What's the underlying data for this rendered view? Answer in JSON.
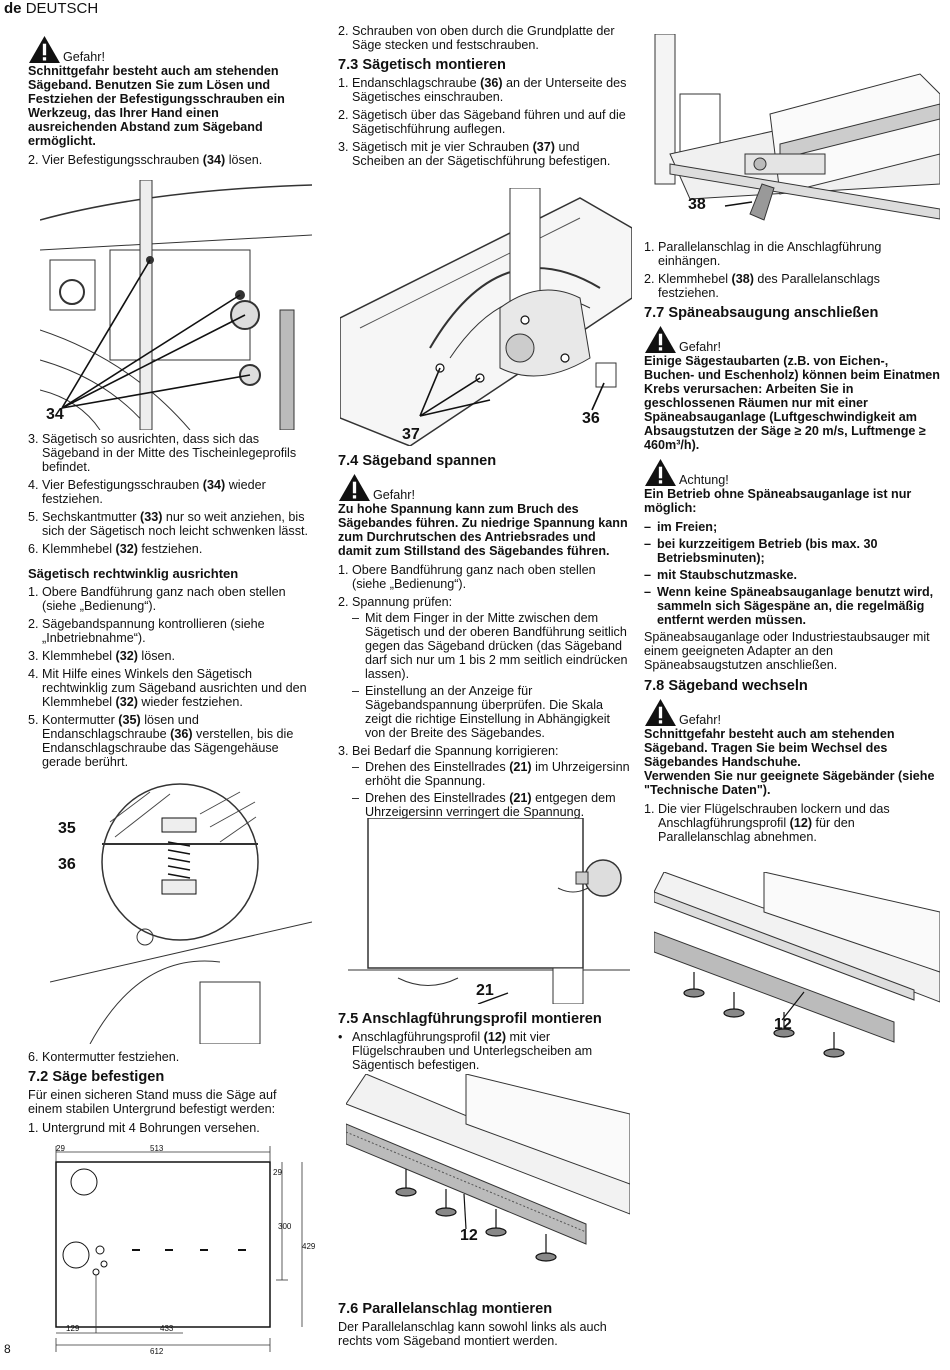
{
  "header": {
    "lang_code": "de",
    "lang_name": "DEUTSCH"
  },
  "page_number": "8",
  "warn_word": "Gefahr!",
  "achtung_word": "Achtung!",
  "col1": {
    "warning1": "Schnittgefahr besteht auch am stehenden Sägeband. Benutzen Sie zum Lösen und Festziehen der Befestigungsschrauben ein Werkzeug, das Ihrer Hand einen ausreichenden Abstand zum Sägeband ermöglicht.",
    "step2_num": "2.",
    "step2_pre": "Vier Befestigungsschrauben ",
    "step2_ref": "(34)",
    "step2_post": " lösen.",
    "fig34_label": "34",
    "steps_a": [
      {
        "num": "3.",
        "text": "Sägetisch so ausrichten, dass sich das Sägeband in der Mitte des Tischeinlegeprofils befindet."
      },
      {
        "num": "4.",
        "pre": "Vier Befestigungsschrauben ",
        "ref": "(34)",
        "post": " wieder festziehen."
      },
      {
        "num": "5.",
        "pre": "Sechskantmutter ",
        "ref": "(33)",
        "post": " nur so weit anziehen, bis sich der Sägetisch noch leicht schwenken lässt."
      },
      {
        "num": "6.",
        "pre": "Klemmhebel ",
        "ref": "(32)",
        "post": " festziehen."
      }
    ],
    "sub_heading": "Sägetisch rechtwinklig ausrichten",
    "steps_b": [
      {
        "num": "1.",
        "text": "Obere Bandführung ganz nach oben stellen (siehe „Bedienung“)."
      },
      {
        "num": "2.",
        "text": "Sägebandspannung kontrollieren (siehe „Inbetriebnahme“)."
      },
      {
        "num": "3.",
        "pre": "Klemmhebel ",
        "ref": "(32)",
        "post": " lösen."
      },
      {
        "num": "4.",
        "pre": "Mit Hilfe eines Winkels den Sägetisch rechtwinklig zum Sägeband ausrichten und den Klemmhebel ",
        "ref": "(32)",
        "post": " wieder festziehen."
      },
      {
        "num": "5.",
        "pre": "Kontermutter ",
        "ref": "(35)",
        "mid": " lösen und Endanschlagschraube ",
        "ref2": "(36)",
        "post": " verstellen, bis die Endanschlagschraube das Sägengehäuse gerade berührt."
      }
    ],
    "fig35_label": "35",
    "fig36_label": "36",
    "step6": {
      "num": "6.",
      "text": "Kontermutter festziehen."
    },
    "sec72_heading": "7.2  Säge befestigen",
    "sec72_text": "Für einen sicheren Stand muss die Säge auf einem stabilen Untergrund befestigt werden:",
    "sec72_step": {
      "num": "1.",
      "text": "Untergrund mit 4 Bohrungen versehen."
    },
    "dims": {
      "d29a": "29",
      "d513": "513",
      "d29b": "29",
      "d300": "300",
      "d429": "429",
      "d129": "129",
      "d433": "433",
      "d612": "612"
    }
  },
  "col2": {
    "step2": {
      "num": "2.",
      "text": "Schrauben von oben durch die Grundplatte der Säge stecken und festschrauben."
    },
    "sec73_heading": "7.3  Sägetisch montieren",
    "sec73_steps": [
      {
        "num": "1.",
        "pre": "Endanschlagschraube ",
        "ref": "(36)",
        "post": " an der Unterseite des Sägetisches einschrauben."
      },
      {
        "num": "2.",
        "text": "Sägetisch über das Sägeband führen und auf die Sägetischführung auflegen."
      },
      {
        "num": "3.",
        "pre": "Sägetisch mit je vier Schrauben ",
        "ref": "(37)",
        "post": " und Scheiben an der Sägetischführung befestigen."
      }
    ],
    "fig37_label": "37",
    "fig36_label": "36",
    "sec74_heading": "7.4  Sägeband spannen",
    "warning74": "Zu hohe Spannung kann zum Bruch des Sägebandes führen. Zu niedrige Spannung kann zum Durchrutschen des Antriebsrades und damit zum Stillstand des Sägebandes führen.",
    "sec74_step1": {
      "num": "1.",
      "text": "Obere Bandführung ganz nach oben stellen (siehe „Bedienung“)."
    },
    "sec74_step2": {
      "num": "2.",
      "text": "Spannung prüfen:"
    },
    "sec74_step2_dashes": [
      "Mit dem Finger in der Mitte zwischen dem Sägetisch und der oberen Bandführung seitlich gegen das Sägeband drücken (das Sägeband darf sich nur um 1 bis 2 mm seitlich eindrücken lassen).",
      "Einstellung an der Anzeige für Sägebandspannung überprüfen. Die Skala zeigt die richtige Einstellung in Abhängigkeit von der Breite des Sägebandes."
    ],
    "sec74_step3": {
      "num": "3.",
      "text": "Bei Bedarf die Spannung korrigieren:"
    },
    "sec74_step3_dashes": [
      {
        "pre": "Drehen des Einstellrades ",
        "ref": "(21)",
        "post": " im Uhrzeigersinn erhöht die Spannung."
      },
      {
        "pre": "Drehen des Einstellrades ",
        "ref": "(21)",
        "post": " entgegen dem Uhrzeigersinn verringert die Spannung."
      }
    ],
    "fig21_label": "21",
    "sec75_heading": "7.5  Anschlagführungsprofil montieren",
    "sec75_bullet": {
      "pre": "Anschlagführungsprofil ",
      "ref": "(12)",
      "post": " mit vier Flügelschrauben und Unterlegscheiben am Sägentisch befestigen."
    },
    "fig12_label": "12",
    "sec76_heading": "7.6  Parallelanschlag montieren",
    "sec76_text": "Der Parallelanschlag kann sowohl links als auch rechts vom Sägeband montiert werden."
  },
  "col3": {
    "fig38_label": "38",
    "steps": [
      {
        "num": "1.",
        "text": "Parallelanschlag in die Anschlagführung einhängen."
      },
      {
        "num": "2.",
        "pre": "Klemmhebel ",
        "ref": "(38)",
        "post": " des Parallelanschlags festziehen."
      }
    ],
    "sec77_heading": "7.7  Späneabsaugung anschließen",
    "warning77": "Einige Sägestaubarten (z.B. von Eichen-, Buchen- und Eschenholz) können beim Einatmen Krebs verursachen: Arbeiten Sie in geschlossenen Räumen nur mit einer Späneabsauganlage (Luftgeschwindigkeit am Absaugstutzen der Säge ≥ 20 m/s, Luftmenge ≥ 460m³/h).",
    "achtung_text": "Ein Betrieb ohne Späneabsauganlage ist nur möglich:",
    "achtung_dashes": [
      "im Freien;",
      "bei kurzzeitigem Betrieb (bis max. 30 Betriebsminuten);",
      "mit Staubschutzmaske.",
      "Wenn keine Späneabsauganlage benutzt wird, sammeln sich Sägespäne an, die regelmäßig entfernt werden müssen."
    ],
    "sec77_text": "Späneabsauganlage oder Industriestaubsauger mit einem geeigneten Adapter an den Späneabsaugstutzen anschließen.",
    "sec78_heading": "7.8  Sägeband wechseln",
    "warning78": "Schnittgefahr besteht auch am stehenden Sägeband. Tragen Sie beim Wechsel des Sägebandes Handschuhe.",
    "warning78b": "Verwenden Sie nur geeignete Sägebänder (siehe \"Technische Daten\").",
    "sec78_step1": {
      "num": "1.",
      "pre": "Die vier Flügelschrauben lockern und das Anschlagführungsprofil ",
      "ref": "(12)",
      "post": " für den Parallelanschlag abnehmen."
    },
    "fig12_label": "12"
  }
}
